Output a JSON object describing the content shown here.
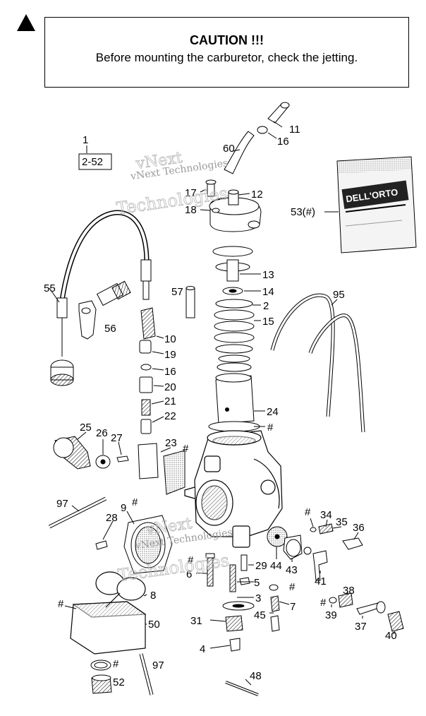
{
  "caution": {
    "title": "CAUTION !!!",
    "text": "Before mounting the carburetor, check the jetting."
  },
  "icons": {
    "warning": "warning-triangle-icon"
  },
  "watermark": {
    "line1": "vNext Technologies",
    "line2": "vNext",
    "line3": "Technologies"
  },
  "reference_box": "2-52",
  "bag_text": "DELL'ORTO",
  "labels": {
    "p1": "1",
    "p2": "2",
    "p3": "3",
    "p4": "4",
    "p5": "5",
    "p6": "6",
    "p7": "7",
    "p8": "8",
    "p9": "9",
    "p10": "10",
    "p11": "11",
    "p12": "12",
    "p13": "13",
    "p14": "14",
    "p15": "15",
    "p16a": "16",
    "p16b": "16",
    "p17": "17",
    "p18": "18",
    "p19": "19",
    "p20": "20",
    "p21": "21",
    "p22": "22",
    "p23": "23",
    "p24": "24",
    "p25": "25",
    "p26": "26",
    "p27": "27",
    "p28": "28",
    "p29": "29",
    "p31": "31",
    "p34": "34",
    "p35": "35",
    "p36": "36",
    "p37": "37",
    "p38": "38",
    "p39": "39",
    "p40": "40",
    "p41": "41",
    "p43": "43",
    "p44": "44",
    "p45": "45",
    "p48": "48",
    "p50": "50",
    "p52": "52",
    "p53": "53(#)",
    "p55": "55",
    "p56": "56",
    "p57": "57",
    "p60": "60",
    "p95": "95",
    "p97a": "97",
    "p97b": "97",
    "h1": "#",
    "h2": "#",
    "h3": "#",
    "h4": "#",
    "h5": "#",
    "h6": "#",
    "h7": "#",
    "h8": "#",
    "h9": "#",
    "h10": "#"
  }
}
